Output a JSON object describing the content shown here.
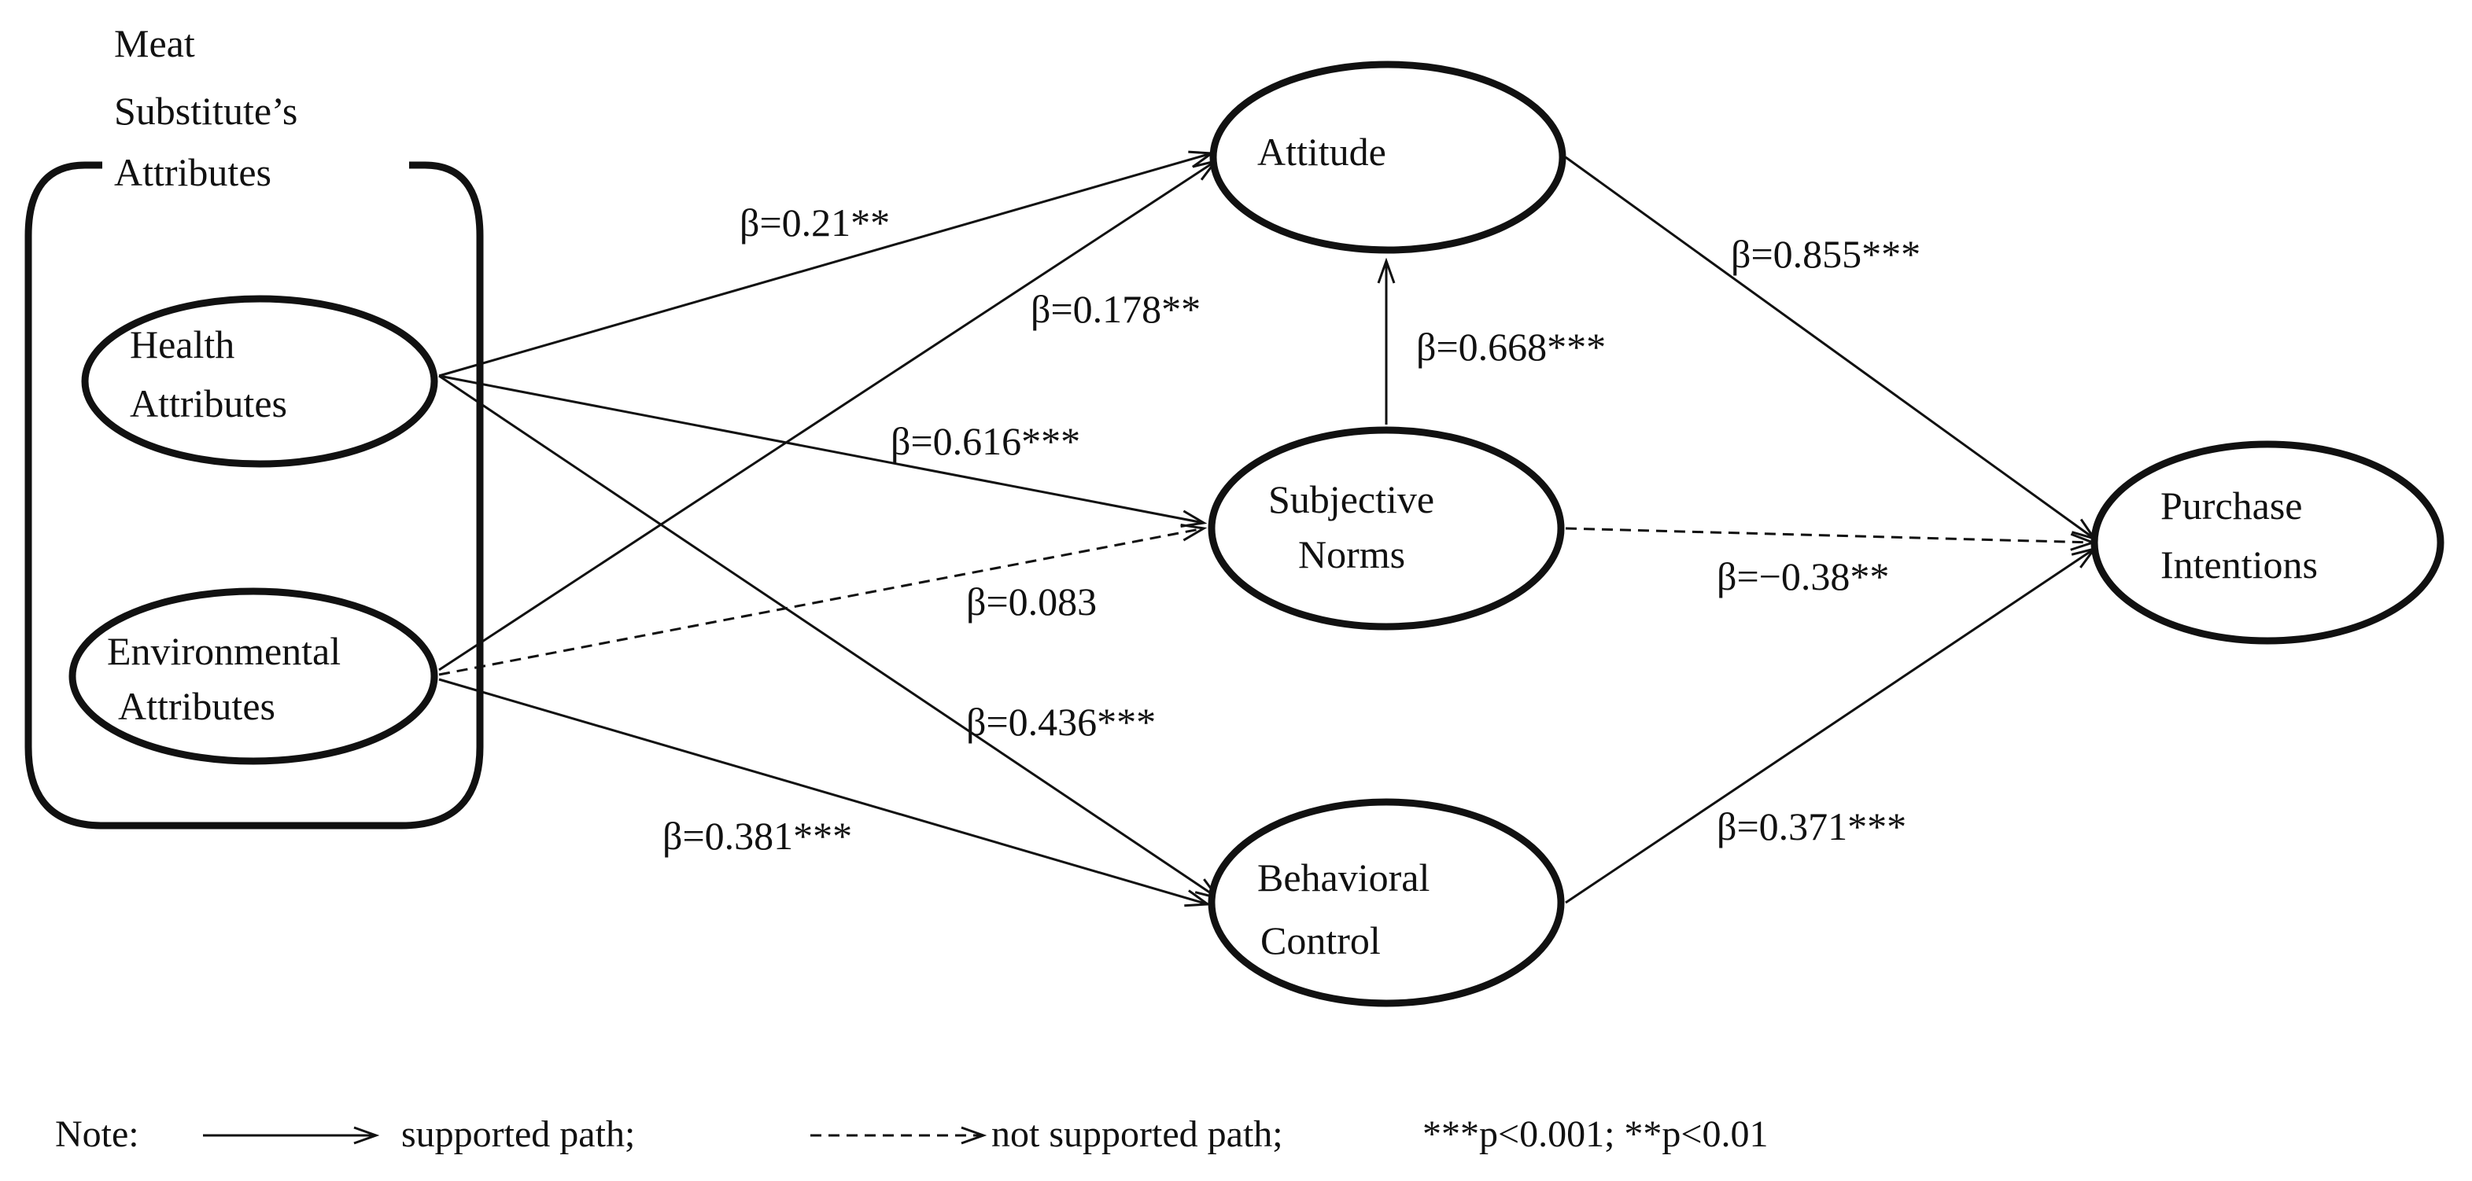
{
  "group": {
    "label_lines": [
      "Meat",
      "Substitute’s",
      "Attributes"
    ]
  },
  "nodes": {
    "health": {
      "lines": [
        "Health",
        "Attributes"
      ]
    },
    "environmental": {
      "lines": [
        "Environmental",
        "Attributes"
      ]
    },
    "attitude": {
      "lines": [
        "Attitude"
      ]
    },
    "subjective_norms": {
      "lines": [
        "Subjective",
        "Norms"
      ]
    },
    "behavioral_control": {
      "lines": [
        "Behavioral",
        "Control"
      ]
    },
    "purchase_intentions": {
      "lines": [
        "Purchase",
        "Intentions"
      ]
    }
  },
  "paths": [
    {
      "id": "health-attitude",
      "from": "health",
      "to": "attitude",
      "label": "β=0.21**",
      "supported": true
    },
    {
      "id": "env-attitude",
      "from": "environmental",
      "to": "attitude",
      "label": "β=0.178**",
      "supported": true
    },
    {
      "id": "health-norms",
      "from": "health",
      "to": "subjective_norms",
      "label": "β=0.616***",
      "supported": true
    },
    {
      "id": "env-norms",
      "from": "environmental",
      "to": "subjective_norms",
      "label": "β=0.083",
      "supported": false
    },
    {
      "id": "health-control",
      "from": "health",
      "to": "behavioral_control",
      "label": "β=0.436***",
      "supported": true
    },
    {
      "id": "env-control",
      "from": "environmental",
      "to": "behavioral_control",
      "label": "β=0.381***",
      "supported": true
    },
    {
      "id": "norms-attitude",
      "from": "subjective_norms",
      "to": "attitude",
      "label": "β=0.668***",
      "supported": true
    },
    {
      "id": "attitude-purchase",
      "from": "attitude",
      "to": "purchase_intentions",
      "label": "β=0.855***",
      "supported": true
    },
    {
      "id": "norms-purchase",
      "from": "subjective_norms",
      "to": "purchase_intentions",
      "label": "β=−0.38**",
      "supported": false
    },
    {
      "id": "control-purchase",
      "from": "behavioral_control",
      "to": "purchase_intentions",
      "label": "β=0.371***",
      "supported": true
    }
  ],
  "note": {
    "prefix": "Note:",
    "supported_label": "supported path;",
    "not_supported_label": "not supported path;",
    "significance": "***p<0.001; **p<0.01"
  }
}
